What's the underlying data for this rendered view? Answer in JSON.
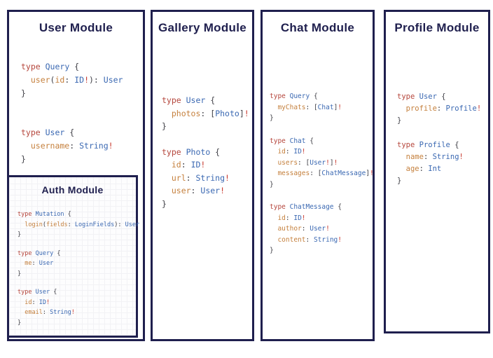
{
  "colors": {
    "panel_border": "#1f1f4e",
    "title_text": "#1f1f4e",
    "keyword": "#b5463c",
    "type_name": "#3a68b2",
    "field_name": "#c5803d",
    "bang": "#c8382d",
    "punctuation": "#3f3f46"
  },
  "panels": [
    {
      "title": "User Module",
      "blocks": [
        [
          [
            [
              "type",
              "kw"
            ],
            [
              " Query",
              "typ"
            ],
            [
              " {",
              "pun"
            ]
          ],
          [
            [
              "  user",
              "fld"
            ],
            [
              "(",
              "pun"
            ],
            [
              "id",
              "fld"
            ],
            [
              ":",
              "pun"
            ],
            [
              " ID",
              "typ"
            ],
            [
              "!",
              "bang"
            ],
            [
              "):",
              "pun"
            ],
            [
              " User",
              "typ"
            ]
          ],
          [
            [
              "}",
              "pun"
            ]
          ]
        ],
        [
          [
            [
              "type",
              "kw"
            ],
            [
              " User",
              "typ"
            ],
            [
              " {",
              "pun"
            ]
          ],
          [
            [
              "  username",
              "fld"
            ],
            [
              ":",
              "pun"
            ],
            [
              " String",
              "typ"
            ],
            [
              "!",
              "bang"
            ]
          ],
          [
            [
              "}",
              "pun"
            ]
          ]
        ]
      ],
      "sub_panel_title": "Auth Module"
    },
    {
      "title": "Gallery Module",
      "blocks": [
        [
          [
            [
              "type",
              "kw"
            ],
            [
              " User",
              "typ"
            ],
            [
              " {",
              "pun"
            ]
          ],
          [
            [
              "  photos",
              "fld"
            ],
            [
              ":",
              "pun"
            ],
            [
              " [",
              "pun"
            ],
            [
              "Photo",
              "typ"
            ],
            [
              "]",
              "pun"
            ],
            [
              "!",
              "bang"
            ]
          ],
          [
            [
              "}",
              "pun"
            ]
          ]
        ],
        [
          [
            [
              "type",
              "kw"
            ],
            [
              " Photo",
              "typ"
            ],
            [
              " {",
              "pun"
            ]
          ],
          [
            [
              "  id",
              "fld"
            ],
            [
              ":",
              "pun"
            ],
            [
              " ID",
              "typ"
            ],
            [
              "!",
              "bang"
            ]
          ],
          [
            [
              "  url",
              "fld"
            ],
            [
              ":",
              "pun"
            ],
            [
              " String",
              "typ"
            ],
            [
              "!",
              "bang"
            ]
          ],
          [
            [
              "  user",
              "fld"
            ],
            [
              ":",
              "pun"
            ],
            [
              " User",
              "typ"
            ],
            [
              "!",
              "bang"
            ]
          ],
          [
            [
              "}",
              "pun"
            ]
          ]
        ]
      ]
    },
    {
      "title": "Chat Module",
      "blocks": [
        [
          [
            [
              "type",
              "kw"
            ],
            [
              " Query",
              "typ"
            ],
            [
              " {",
              "pun"
            ]
          ],
          [
            [
              "  myChats",
              "fld"
            ],
            [
              ":",
              "pun"
            ],
            [
              " [",
              "pun"
            ],
            [
              "Chat",
              "typ"
            ],
            [
              "]",
              "pun"
            ],
            [
              "!",
              "bang"
            ]
          ],
          [
            [
              "}",
              "pun"
            ]
          ]
        ],
        [
          [
            [
              "type",
              "kw"
            ],
            [
              " Chat",
              "typ"
            ],
            [
              " {",
              "pun"
            ]
          ],
          [
            [
              "  id",
              "fld"
            ],
            [
              ":",
              "pun"
            ],
            [
              " ID",
              "typ"
            ],
            [
              "!",
              "bang"
            ]
          ],
          [
            [
              "  users",
              "fld"
            ],
            [
              ":",
              "pun"
            ],
            [
              " [",
              "pun"
            ],
            [
              "User",
              "typ"
            ],
            [
              "!",
              "bang"
            ],
            [
              "]",
              "pun"
            ],
            [
              "!",
              "bang"
            ]
          ],
          [
            [
              "  messages",
              "fld"
            ],
            [
              ":",
              "pun"
            ],
            [
              " [",
              "pun"
            ],
            [
              "ChatMessage",
              "typ"
            ],
            [
              "]",
              "pun"
            ],
            [
              "!",
              "bang"
            ]
          ],
          [
            [
              "}",
              "pun"
            ]
          ]
        ],
        [
          [
            [
              "type",
              "kw"
            ],
            [
              " ChatMessage",
              "typ"
            ],
            [
              " {",
              "pun"
            ]
          ],
          [
            [
              "  id",
              "fld"
            ],
            [
              ":",
              "pun"
            ],
            [
              " ID",
              "typ"
            ],
            [
              "!",
              "bang"
            ]
          ],
          [
            [
              "  author",
              "fld"
            ],
            [
              ":",
              "pun"
            ],
            [
              " User",
              "typ"
            ],
            [
              "!",
              "bang"
            ]
          ],
          [
            [
              "  content",
              "fld"
            ],
            [
              ":",
              "pun"
            ],
            [
              " String",
              "typ"
            ],
            [
              "!",
              "bang"
            ]
          ],
          [
            [
              "}",
              "pun"
            ]
          ]
        ]
      ]
    },
    {
      "title": "Profile Module",
      "blocks": [
        [
          [
            [
              "type",
              "kw"
            ],
            [
              " User",
              "typ"
            ],
            [
              " {",
              "pun"
            ]
          ],
          [
            [
              "  profile",
              "fld"
            ],
            [
              ":",
              "pun"
            ],
            [
              " Profile",
              "typ"
            ],
            [
              "!",
              "bang"
            ]
          ],
          [
            [
              "}",
              "pun"
            ]
          ]
        ],
        [
          [
            [
              "type",
              "kw"
            ],
            [
              " Profile",
              "typ"
            ],
            [
              " {",
              "pun"
            ]
          ],
          [
            [
              "  name",
              "fld"
            ],
            [
              ":",
              "pun"
            ],
            [
              " String",
              "typ"
            ],
            [
              "!",
              "bang"
            ]
          ],
          [
            [
              "  age",
              "fld"
            ],
            [
              ":",
              "pun"
            ],
            [
              " Int",
              "typ"
            ]
          ],
          [
            [
              "}",
              "pun"
            ]
          ]
        ]
      ]
    }
  ],
  "auth_panel": {
    "title": "Auth Module",
    "blocks": [
      [
        [
          [
            "type",
            "kw"
          ],
          [
            " Mutation",
            "typ"
          ],
          [
            " {",
            "pun"
          ]
        ],
        [
          [
            "  login",
            "fld"
          ],
          [
            "(",
            "pun"
          ],
          [
            "fields",
            "fld"
          ],
          [
            ":",
            "pun"
          ],
          [
            " LoginFields",
            "typ"
          ],
          [
            "):",
            "pun"
          ],
          [
            " User",
            "typ"
          ]
        ],
        [
          [
            "}",
            "pun"
          ]
        ]
      ],
      [
        [
          [
            "type",
            "kw"
          ],
          [
            " Query",
            "typ"
          ],
          [
            " {",
            "pun"
          ]
        ],
        [
          [
            "  me",
            "fld"
          ],
          [
            ":",
            "pun"
          ],
          [
            " User",
            "typ"
          ]
        ],
        [
          [
            "}",
            "pun"
          ]
        ]
      ],
      [
        [
          [
            "type",
            "kw"
          ],
          [
            " User",
            "typ"
          ],
          [
            " {",
            "pun"
          ]
        ],
        [
          [
            "  id",
            "fld"
          ],
          [
            ":",
            "pun"
          ],
          [
            " ID",
            "typ"
          ],
          [
            "!",
            "bang"
          ]
        ],
        [
          [
            "  email",
            "fld"
          ],
          [
            ":",
            "pun"
          ],
          [
            " String",
            "typ"
          ],
          [
            "!",
            "bang"
          ]
        ],
        [
          [
            "}",
            "pun"
          ]
        ]
      ]
    ]
  }
}
